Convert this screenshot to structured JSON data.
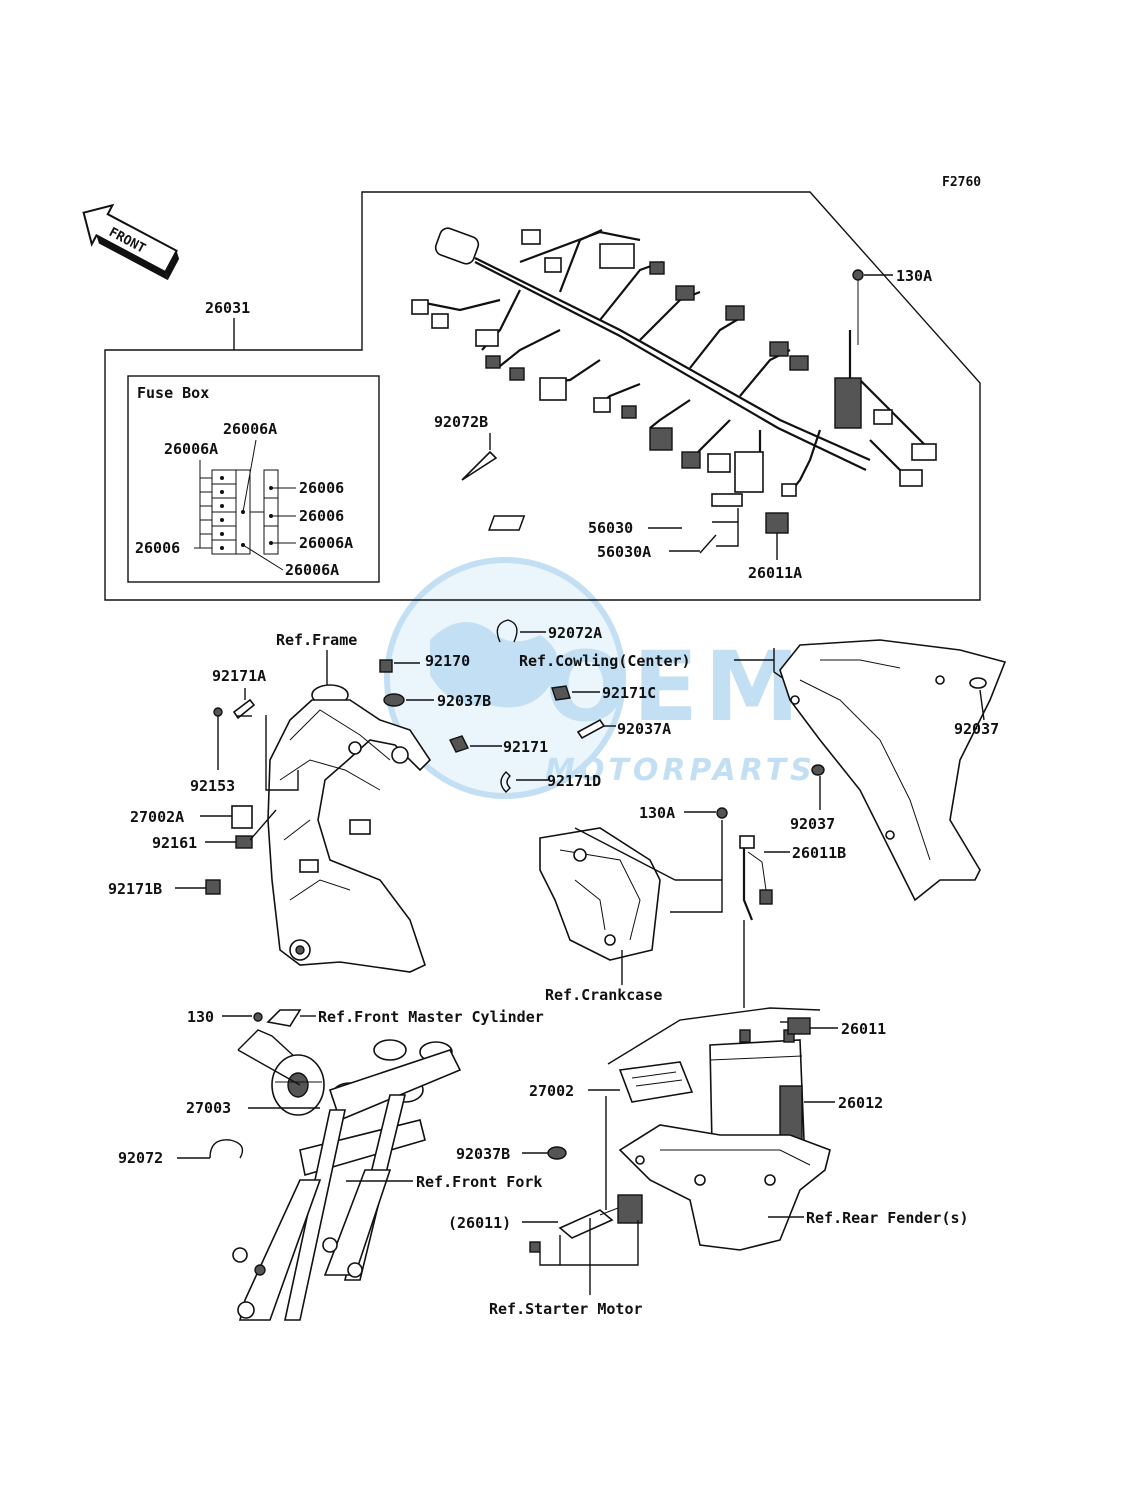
{
  "figure_code": "F2760",
  "front_tag": "FRONT",
  "watermark": {
    "brand": "OEM",
    "sub": "MOTORPARTS",
    "colors": {
      "blue": "#2a8fd6",
      "light": "#9fd0f2"
    }
  },
  "labels": {
    "harness": "26031",
    "fuse_box_title": "Fuse Box",
    "fb_26006A_top": "26006A",
    "fb_26006A_left": "26006A",
    "fb_26006_r1": "26006",
    "fb_26006_r2": "26006",
    "fb_26006A_r3": "26006A",
    "fb_26006_left": "26006",
    "fb_26006A_bottom": "26006A",
    "clamp_92072B": "92072B",
    "bolt_130A_top": "130A",
    "plate_56030": "56030",
    "plate_56030A": "56030A",
    "relay_26011A": "26011A",
    "ref_frame": "Ref.Frame",
    "band_92072A": "92072A",
    "ref_cowling_center": "Ref.Cowling(Center)",
    "clip_92171A": "92171A",
    "clamp_92170": "92170",
    "bolt_92153": "92153",
    "grommet_92037B_top": "92037B",
    "clamp_92171C": "92171C",
    "grommet_92037A": "92037A",
    "clamp_92171": "92171",
    "grommet_92037_right": "92037",
    "grommet_92037_lower": "92037",
    "clamp_92171D": "92171D",
    "relay_27002A": "27002A",
    "bolt_130A_mid": "130A",
    "damper_92161": "92161",
    "cable_26011B": "26011B",
    "clamp_92171B": "92171B",
    "ref_crankcase": "Ref.Crankcase",
    "bolt_130": "130",
    "ref_front_master_cylinder": "Ref.Front Master Cylinder",
    "relay_26011": "26011",
    "horn_27003": "27003",
    "ecu_27002": "27002",
    "battery_26012": "26012",
    "grommet_92037B_bottom": "92037B",
    "band_92072": "92072",
    "ref_front_fork": "Ref.Front Fork",
    "starter_relay_26011_paren": "(26011)",
    "ref_rear_fenders": "Ref.Rear Fender(s)",
    "ref_starter_motor": "Ref.Starter Motor"
  }
}
